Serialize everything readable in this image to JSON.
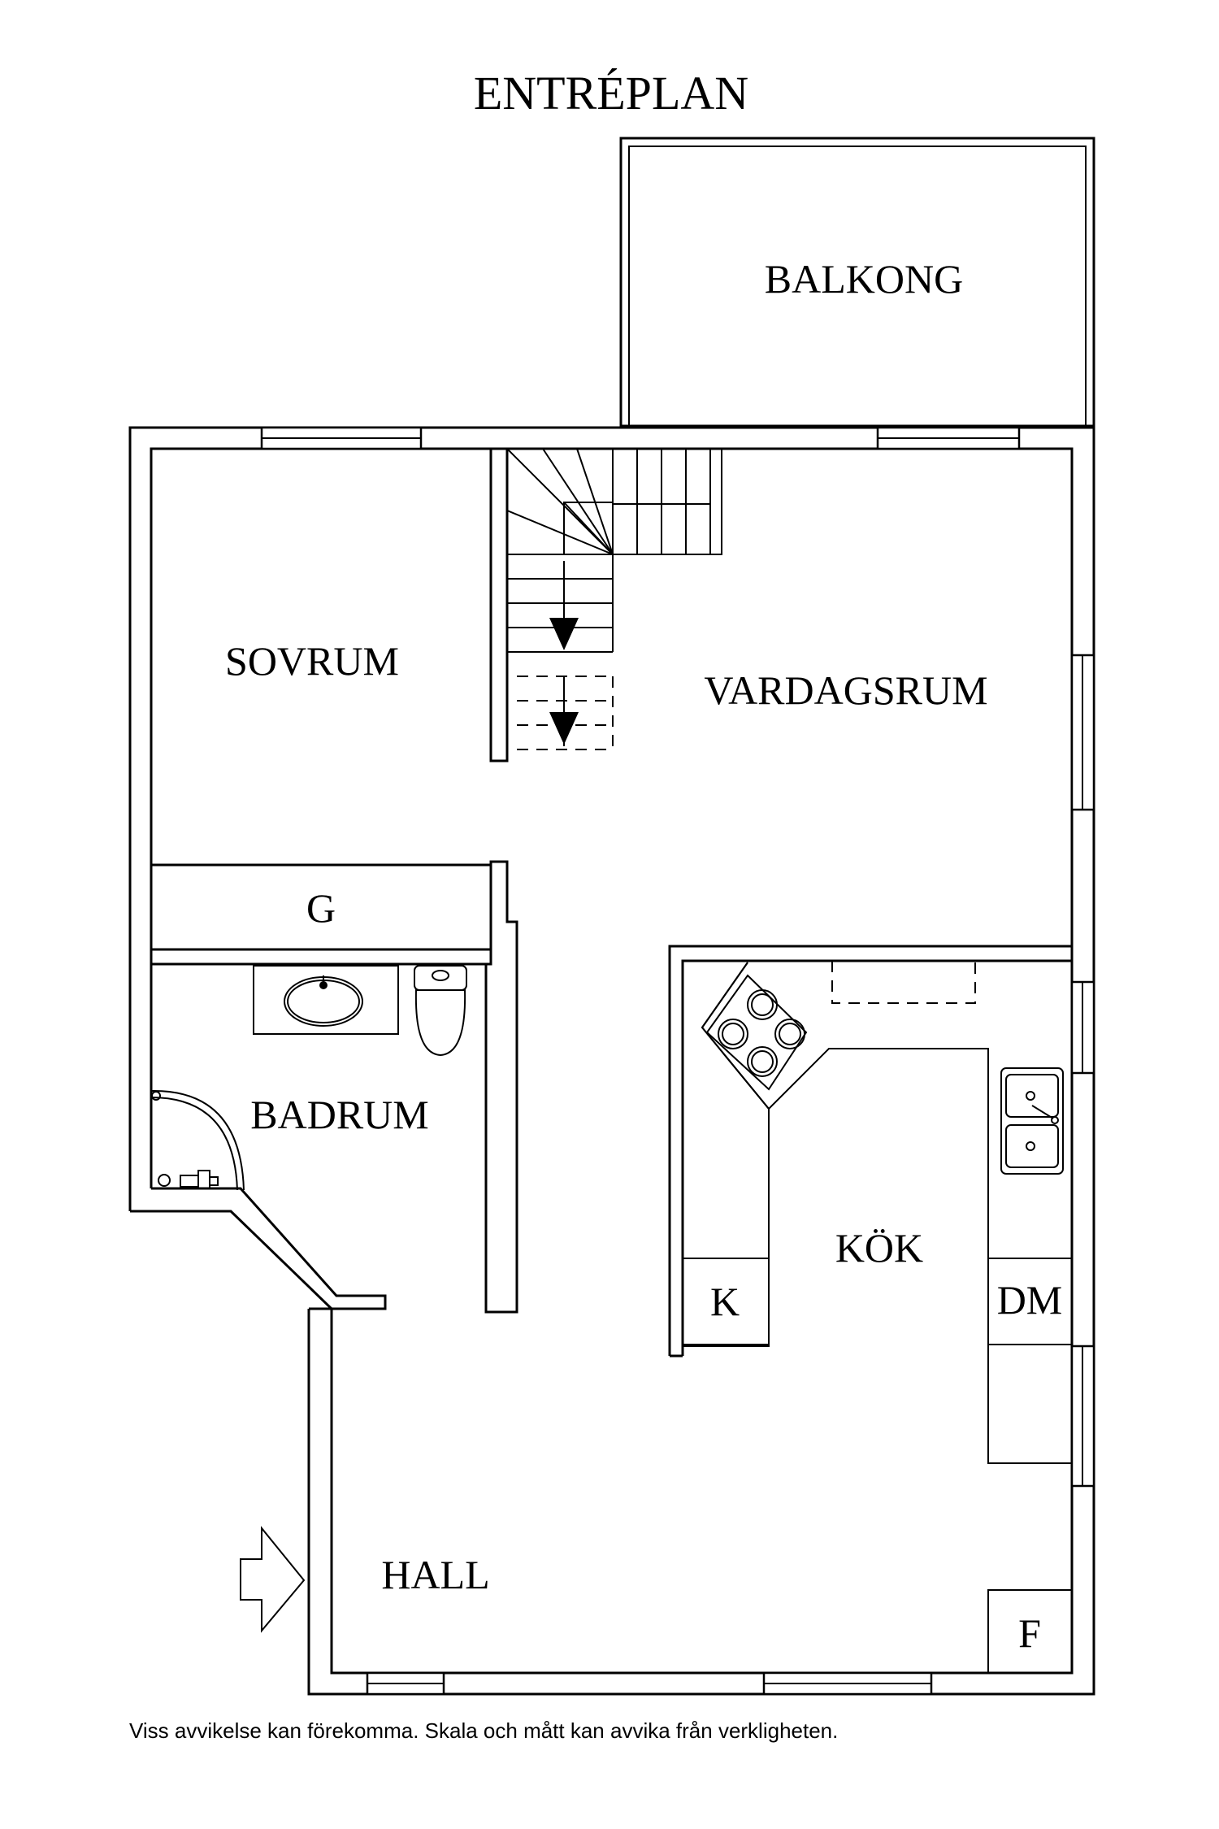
{
  "plan": {
    "title": "ENTRÉPLAN",
    "disclaimer": "Viss avvikelse kan förekomma. Skala och mått kan avvika från verkligheten.",
    "rooms": {
      "balkong": "BALKONG",
      "sovrum": "SOVRUM",
      "vardagsrum": "VARDAGSRUM",
      "g": "G",
      "badrum": "BADRUM",
      "kok": "KÖK",
      "k": "K",
      "dm": "DM",
      "hall": "HALL",
      "f": "F"
    }
  }
}
